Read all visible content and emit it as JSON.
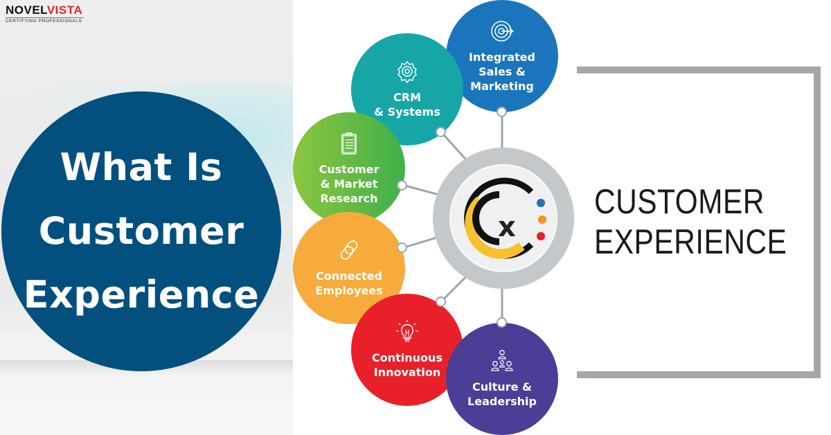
{
  "logo": {
    "part1": "NOVEL",
    "part2": "VISTA",
    "tagline": "CERTIFYING PROFESSIONALS"
  },
  "title": {
    "lines": [
      "What Is",
      "Customer",
      "Experience"
    ],
    "background_color": "#03507f"
  },
  "hub": {
    "label": "CX",
    "dot_colors": [
      "#1b75bc",
      "#f7941d",
      "#e8202a"
    ]
  },
  "nodes": [
    {
      "label": "Integrated\nSales &\nMarketing",
      "icon": "target-icon",
      "color": "#1b75bc"
    },
    {
      "label": "CRM\n& Systems",
      "icon": "gear-icon",
      "color": "#16a6a6"
    },
    {
      "label": "Customer\n& Market\nResearch",
      "icon": "clipboard-icon",
      "color": "#5bb846"
    },
    {
      "label": "Connected\nEmployees",
      "icon": "chain-link-icon",
      "color": "#f7ab3c"
    },
    {
      "label": "Continuous\nInnovation",
      "icon": "lightbulb-icon",
      "color": "#e8202a"
    },
    {
      "label": "Culture &\nLeadership",
      "icon": "team-icon",
      "color": "#4b3e96"
    }
  ],
  "frame": {
    "lines": [
      "CUSTOMER",
      "EXPERIENCE"
    ]
  }
}
